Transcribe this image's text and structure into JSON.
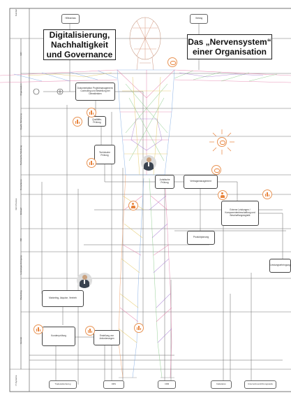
{
  "callouts": {
    "left": "Digitalisierung, Nachhaltigkeit und Governance",
    "right": "Das „Nervensystem“ einer Organisation"
  },
  "lanes": {
    "top": "Kunden",
    "management": "GF/",
    "organisation": "Organisation",
    "quality": "Qualit. Sicherung",
    "technical": "Technische Abteilung",
    "compliance": "Compliance",
    "purchasing": "Einkauf",
    "fm": "FM",
    "service": "Leistungserbringung",
    "marketing": "Marketing",
    "sales": "Vertrieb",
    "bottom": "IT-Systeme",
    "pool": "GF/-Prozess"
  },
  "nodes": {
    "top_left": "Hilfeanlass",
    "top_right": "Vertrag",
    "org_task": "Dokumentation Projektmanagement, Controlling und Bestellung bei Dienstleisten",
    "quality_check": "Qualitäts-Prüfung",
    "technical_check": "Technische Prüfung",
    "compliance_check": "Juristische Prüfung",
    "contract_mgmt": "Vertragsmanagement",
    "external_services": "Externe Leistungen / Komponentenbeschaffung und Beschaffungslogistik",
    "production_plan": "Produktplanung",
    "service_item": "Leistungserbringung",
    "marketing_task": "Marketing, Akquise, Vertrieb",
    "sales_customer": "Kundenprüfung",
    "sales_offer": "Erstellung von Anforderungen",
    "it_1": "Tradestellenbezug",
    "it_2": "DMS",
    "it_3": "CRM",
    "it_4": "Kalkulation",
    "it_5": "Unternehmensführungsstelle"
  },
  "colors": {
    "accent_orange": "#e8823a",
    "lane_border": "#555555",
    "mesh": [
      "#e0709a",
      "#6fa0e0",
      "#7cc47c",
      "#e0c050",
      "#a070d0",
      "#f09050"
    ]
  },
  "icons": [
    "chart-icon",
    "cloud-icon",
    "person-icon",
    "sun-cloud-icon",
    "avatar-icon"
  ]
}
